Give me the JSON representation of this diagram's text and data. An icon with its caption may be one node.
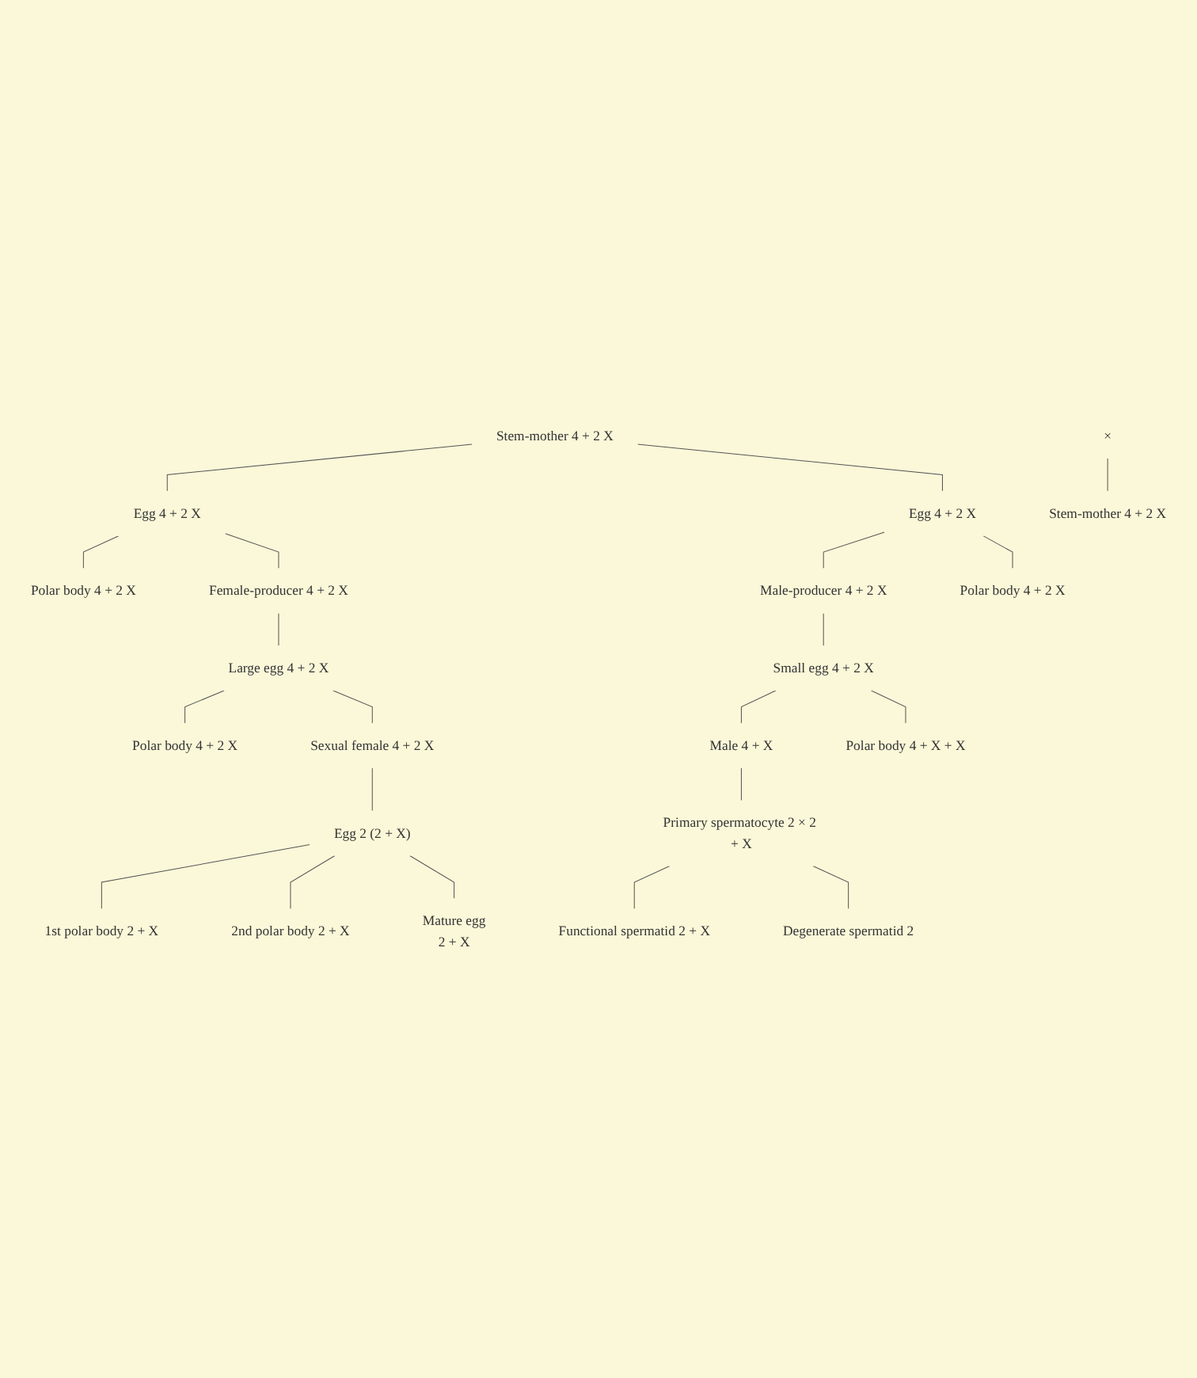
{
  "diagram": {
    "nodes": [
      {
        "text": [
          "Stem-mother 4 + 2 X"
        ]
      },
      {
        "text": [
          "Egg 4 + 2 X"
        ]
      },
      {
        "text": [
          "Egg 4 + 2 X"
        ]
      },
      {
        "text": [
          "Polar body 4 + 2 X"
        ]
      },
      {
        "text": [
          "Polar body 4 + 2 X"
        ]
      },
      {
        "text": [
          "Female-producer 4 + 2 X"
        ]
      },
      {
        "text": [
          "Male-producer 4 + 2 X"
        ]
      },
      {
        "text": [
          "Large egg 4 + 2 X"
        ]
      },
      {
        "text": [
          "Small egg 4 + 2 X"
        ]
      },
      {
        "text": [
          "Polar body 4 + 2 X"
        ]
      },
      {
        "text": [
          "Polar body 4 + X + X"
        ]
      },
      {
        "text": [
          "Sexual female 4 + 2 X"
        ]
      },
      {
        "text": [
          "Male 4 + X"
        ]
      },
      {
        "text": [
          "Egg 2 (2 + X)"
        ]
      },
      {
        "text": [
          "Primary spermatocyte 2 × 2 + X"
        ]
      },
      {
        "text": [
          "1st polar body 2 + X"
        ]
      },
      {
        "text": [
          "2nd polar body 2 + X"
        ]
      },
      {
        "text": [
          "Mature egg",
          "2 + X"
        ]
      },
      {
        "text": [
          "Functional spermatid 2 + X"
        ]
      },
      {
        "text": [
          "Degenerate spermatid 2"
        ]
      },
      {
        "text": [
          "×"
        ]
      },
      {
        "text": [
          "Stem-mother 4 + 2 X"
        ]
      }
    ],
    "edges": [
      {
        "from": 0,
        "to": 1,
        "arrow": "none"
      },
      {
        "from": 0,
        "to": 2,
        "arrow": "none"
      },
      {
        "from": 1,
        "to": 3,
        "arrow": "none"
      },
      {
        "from": 1,
        "to": 5,
        "arrow": "none"
      },
      {
        "from": 2,
        "to": 6,
        "arrow": "none"
      },
      {
        "from": 2,
        "to": 4,
        "arrow": "none"
      },
      {
        "from": 5,
        "to": 7,
        "arrow": "none"
      },
      {
        "from": 6,
        "to": 8,
        "arrow": "none"
      },
      {
        "from": 7,
        "to": 9,
        "arrow": "none"
      },
      {
        "from": 7,
        "to": 11,
        "arrow": "none"
      },
      {
        "from": 8,
        "to": 12,
        "arrow": "none"
      },
      {
        "from": 8,
        "to": 10,
        "arrow": "none"
      },
      {
        "from": 11,
        "to": 13,
        "arrow": "none"
      },
      {
        "from": 12,
        "to": 14,
        "arrow": "none"
      },
      {
        "from": 13,
        "to": 15,
        "arrow": "none"
      },
      {
        "from": 13,
        "to": 16,
        "arrow": "none"
      },
      {
        "from": 13,
        "to": 17,
        "arrow": "none"
      },
      {
        "from": 14,
        "to": 18,
        "arrow": "none"
      },
      {
        "from": 14,
        "to": 19,
        "arrow": "none"
      },
      {
        "from": 20,
        "to": 21,
        "arrow": "none"
      }
    ]
  }
}
